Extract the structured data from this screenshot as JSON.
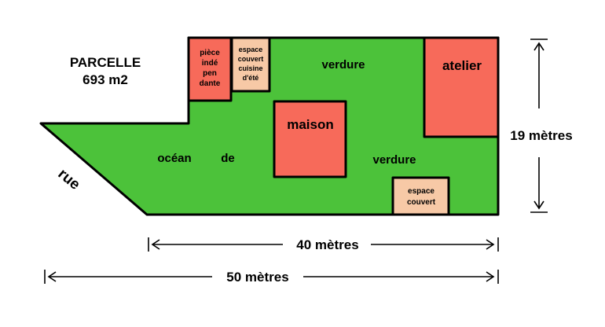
{
  "colors": {
    "grass": "#4cc23a",
    "building": "#f76a5a",
    "covered": "#f7c9a6",
    "ink": "#000000"
  },
  "parcel": {
    "title": "PARCELLE",
    "area": "693 m2"
  },
  "street": "rue",
  "zones": {
    "piece_independante": [
      "pièce",
      "indé",
      "pen",
      "dante"
    ],
    "espace_cuisine": [
      "espace",
      "couvert",
      "cuisine",
      "d'été"
    ],
    "maison": "maison",
    "atelier": "atelier",
    "espace_couvert": [
      "espace",
      "couvert"
    ]
  },
  "garden_words": {
    "ocean": "océan",
    "de": "de",
    "verdure_top": "verdure",
    "verdure_bottom": "verdure"
  },
  "dimensions": {
    "height": "19 mètres",
    "width_inner": "40 mètres",
    "width_total": "50 mètres"
  }
}
